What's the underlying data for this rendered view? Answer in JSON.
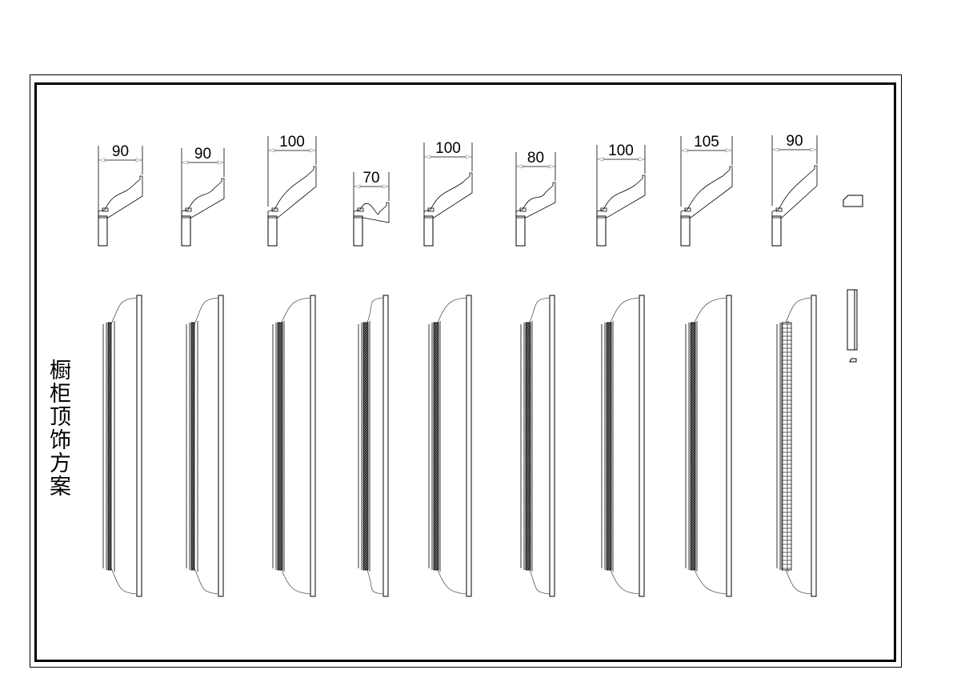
{
  "drawing": {
    "title": "橱柜顶饰方案",
    "line_color": "#000000",
    "background": "#ffffff"
  },
  "profiles": [
    {
      "width_label": "90",
      "decor": "plain"
    },
    {
      "width_label": "90",
      "decor": "plain"
    },
    {
      "width_label": "100",
      "decor": "carved"
    },
    {
      "width_label": "70",
      "decor": "beaded"
    },
    {
      "width_label": "100",
      "decor": "hatched"
    },
    {
      "width_label": "80",
      "decor": "carved"
    },
    {
      "width_label": "100",
      "decor": "dentil-fine"
    },
    {
      "width_label": "105",
      "decor": "carved-band"
    },
    {
      "width_label": "90",
      "decor": "dentil-large"
    }
  ]
}
